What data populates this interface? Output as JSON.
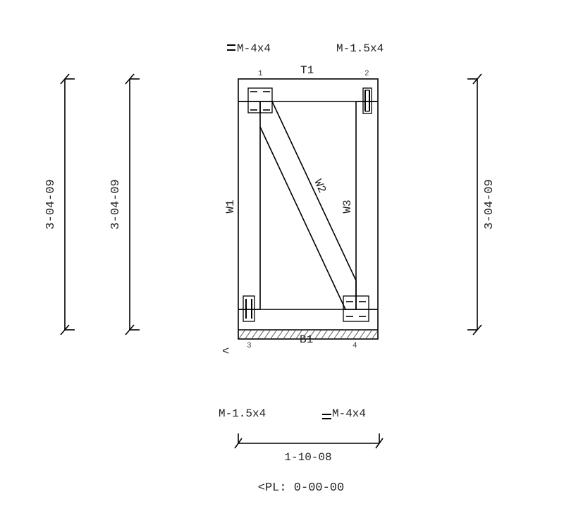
{
  "truss": {
    "members": {
      "top_chord": "T1",
      "bottom_chord": "B1",
      "web_left": "W1",
      "web_diagonal": "W2",
      "web_right": "W3"
    },
    "joints": [
      "1",
      "2",
      "3",
      "4"
    ],
    "plates": {
      "top_left": "M-4x4",
      "top_right": "M-1.5x4",
      "bottom_left": "M-1.5x4",
      "bottom_right": "M-4x4"
    },
    "dimensions": {
      "height_left_outer": "3-04-09",
      "height_left_inner": "3-04-09",
      "height_right": "3-04-09",
      "span": "1-10-08"
    },
    "bearing_marker": "<",
    "plate_location": "<PL: 0-00-00"
  }
}
